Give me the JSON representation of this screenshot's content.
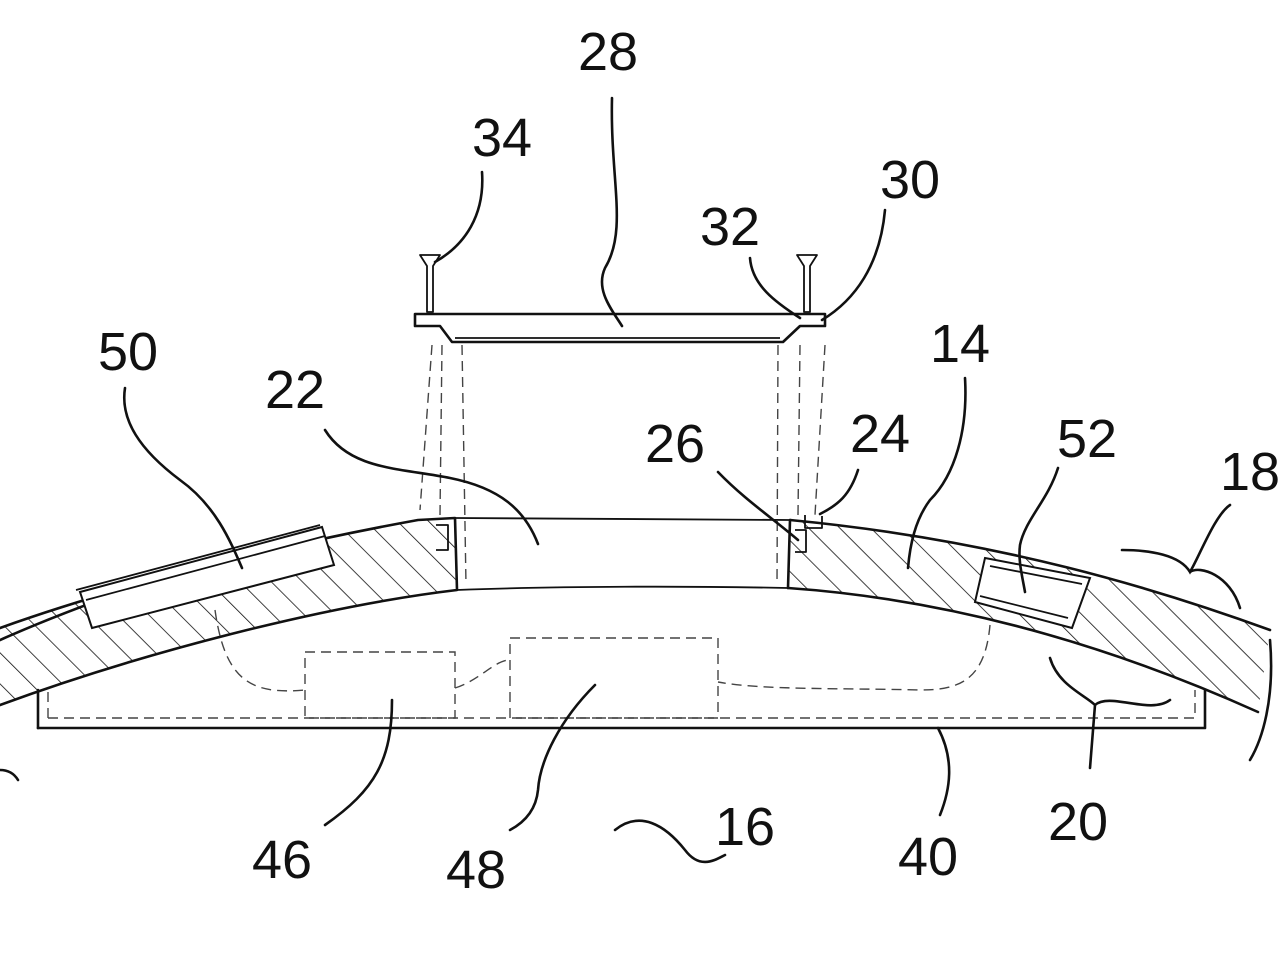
{
  "figure": {
    "labels": {
      "l14": "14",
      "l16": "16",
      "l18": "18",
      "l20": "20",
      "l22": "22",
      "l24": "24",
      "l26": "26",
      "l28": "28",
      "l30": "30",
      "l32": "32",
      "l34": "34",
      "l40": "40",
      "l46": "46",
      "l48": "48",
      "l50": "50",
      "l52": "52"
    }
  }
}
